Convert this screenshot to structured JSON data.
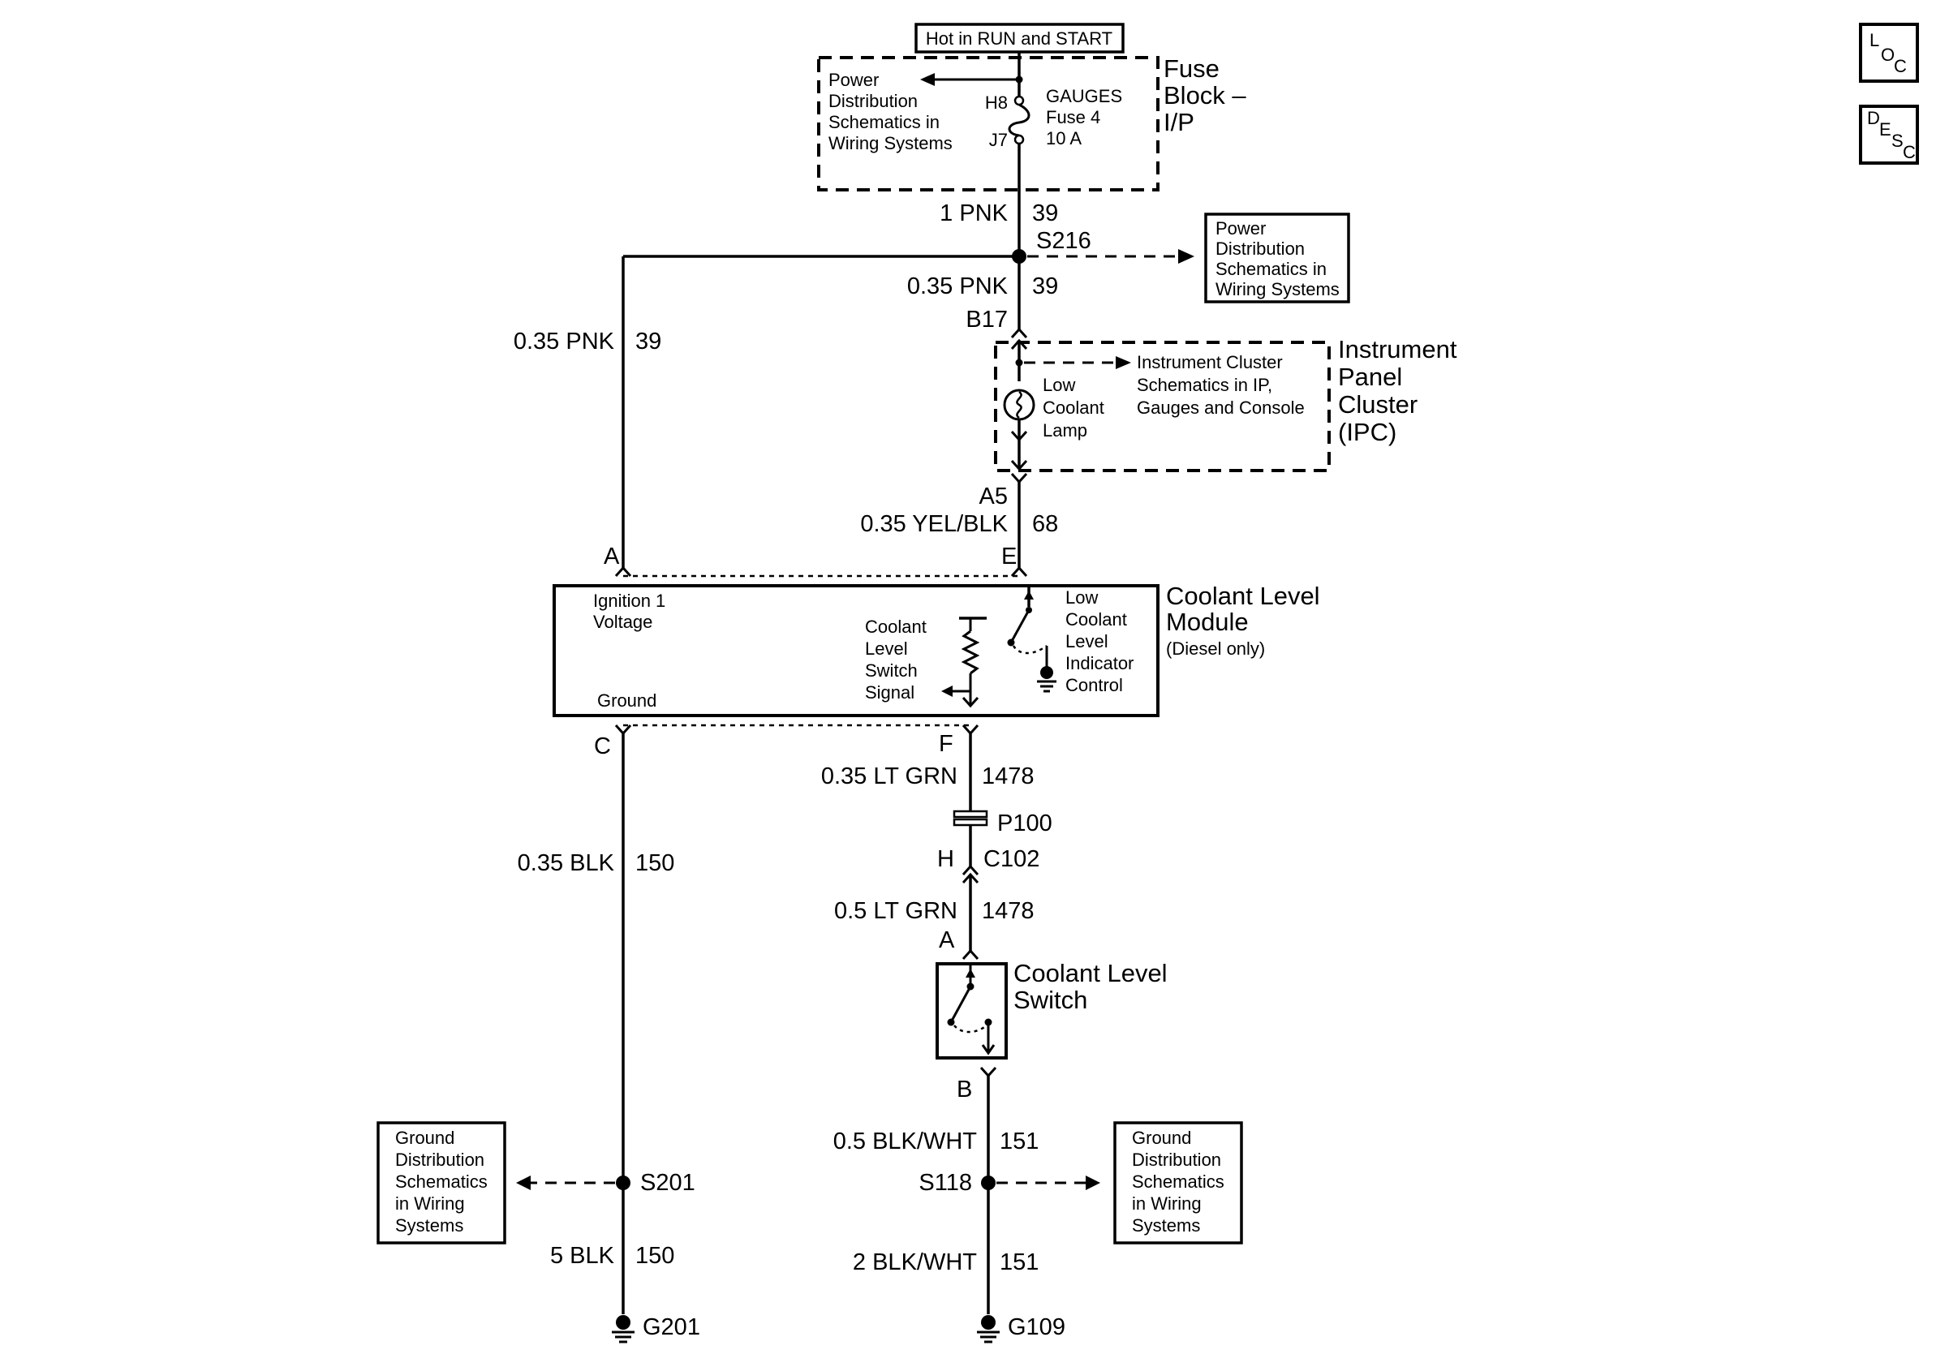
{
  "source": {
    "text": "Hot in RUN and START"
  },
  "fuse_block": {
    "lines": [
      "Fuse",
      "Block –",
      "I/P"
    ],
    "ref_lines": [
      "Power",
      "Distribution",
      "Schematics in",
      "Wiring Systems"
    ],
    "pin_top": "H8",
    "pin_bottom": "J7",
    "fuse_lines": [
      "GAUGES",
      "Fuse 4",
      "10 A"
    ]
  },
  "wire_fuse_out": {
    "gauge": "1 PNK",
    "circuit": "39"
  },
  "splice_s216": {
    "label": "S216",
    "ref_lines": [
      "Power",
      "Distribution",
      "Schematics in",
      "Wiring Systems"
    ]
  },
  "wire_to_ipc": {
    "gauge": "0.35 PNK",
    "circuit": "39"
  },
  "wire_to_module_a": {
    "gauge": "0.35 PNK",
    "circuit": "39"
  },
  "ipc": {
    "pin_top": "B17",
    "pin_bottom": "A5",
    "lines": [
      "Instrument",
      "Panel",
      "Cluster",
      "(IPC)"
    ],
    "lamp_lines": [
      "Low",
      "Coolant",
      "Lamp"
    ],
    "ref_lines": [
      "Instrument Cluster",
      "Schematics in IP,",
      "Gauges and Console"
    ]
  },
  "wire_lamp_return": {
    "gauge": "0.35 YEL/BLK",
    "circuit": "68"
  },
  "module": {
    "lines": [
      "Coolant Level",
      "Module"
    ],
    "note": "(Diesel only)",
    "pin_a": "A",
    "pin_e": "E",
    "pin_c": "C",
    "pin_f": "F",
    "ignition_lines": [
      "Ignition 1",
      "Voltage"
    ],
    "ground": "Ground",
    "signal_lines": [
      "Coolant",
      "Level",
      "Switch",
      "Signal"
    ],
    "control_lines": [
      "Low",
      "Coolant",
      "Level",
      "Indicator",
      "Control"
    ]
  },
  "wire_ground_c": {
    "gauge": "0.35 BLK",
    "circuit": "150"
  },
  "wire_signal_f": {
    "gauge": "0.35 LT GRN",
    "circuit": "1478"
  },
  "connector_p100": "P100",
  "connector_c102": {
    "pin": "H",
    "name": "C102"
  },
  "wire_signal_switch": {
    "gauge": "0.5 LT GRN",
    "circuit": "1478"
  },
  "switch": {
    "pin_a": "A",
    "pin_b": "B",
    "lines": [
      "Coolant Level",
      "Switch"
    ]
  },
  "wire_switch_ground": {
    "gauge": "0.5 BLK/WHT",
    "circuit": "151"
  },
  "splice_s201": {
    "label": "S201",
    "ref_lines": [
      "Ground",
      "Distribution",
      "Schematics",
      "in Wiring",
      "Systems"
    ]
  },
  "splice_s118": {
    "label": "S118",
    "ref_lines": [
      "Ground",
      "Distribution",
      "Schematics",
      "in Wiring",
      "Systems"
    ]
  },
  "wire_g201": {
    "gauge": "5 BLK",
    "circuit": "150"
  },
  "wire_g109": {
    "gauge": "2 BLK/WHT",
    "circuit": "151"
  },
  "ground_g201": "G201",
  "ground_g109": "G109",
  "nav": {
    "loc": {
      "l": "L",
      "o": "O",
      "c": "C"
    },
    "desc": {
      "d": "D",
      "e": "E",
      "s": "S",
      "c": "C"
    }
  }
}
